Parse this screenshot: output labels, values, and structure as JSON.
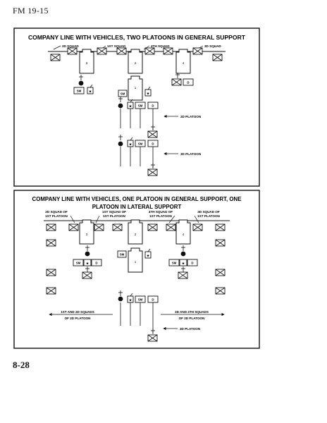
{
  "page": {
    "header": "FM 19-15",
    "footer": "8-28"
  },
  "figure1": {
    "title": "COMPANY LINE WITH VEHICLES, TWO PLATOONS IN GENERAL SUPPORT",
    "labels": {
      "squad_2d": "2D SQUAD",
      "squad_1st": "1ST SQUAD",
      "squad_4th": "4TH SQUAD",
      "squad_3d": "3D SQUAD",
      "platoon_2d": "2D PLATOON",
      "platoon_3d": "3D PLATOON"
    },
    "vehicles": [
      "3",
      "2",
      "4",
      "1"
    ],
    "cells": {
      "sm": "SM",
      "star": "★",
      "d": "D"
    }
  },
  "figure2": {
    "title_line1": "COMPANY LINE WITH VEHICLES, ONE PLATOON IN GENERAL SUPPORT, ONE",
    "title_line2": "PLATOON IN LATERAL SUPPORT",
    "labels": {
      "sq2_line1": "2D SQUAD OF",
      "sq2_line2": "1ST PLATOON",
      "sq1_line1": "1ST SQUAD OF",
      "sq1_line2": "1ST PLATOON",
      "sq4_line1": "4TH SQUAD OF",
      "sq4_line2": "1ST PLATOON",
      "sq3_line1": "3D SQUAD OF",
      "sq3_line2": "1ST PLATOON",
      "left_line1": "1ST AND 2D SQUADS",
      "left_line2": "OF 2D PLATOON",
      "right_line1": "2D AND 4TH SQUADS",
      "right_line2": "OF 2D PLATOON",
      "platoon_3d": "3D PLATOON"
    },
    "vehicles": [
      "3",
      "2",
      "4",
      "1"
    ],
    "cells": {
      "sm": "SM",
      "star": "★",
      "d": "D"
    }
  }
}
